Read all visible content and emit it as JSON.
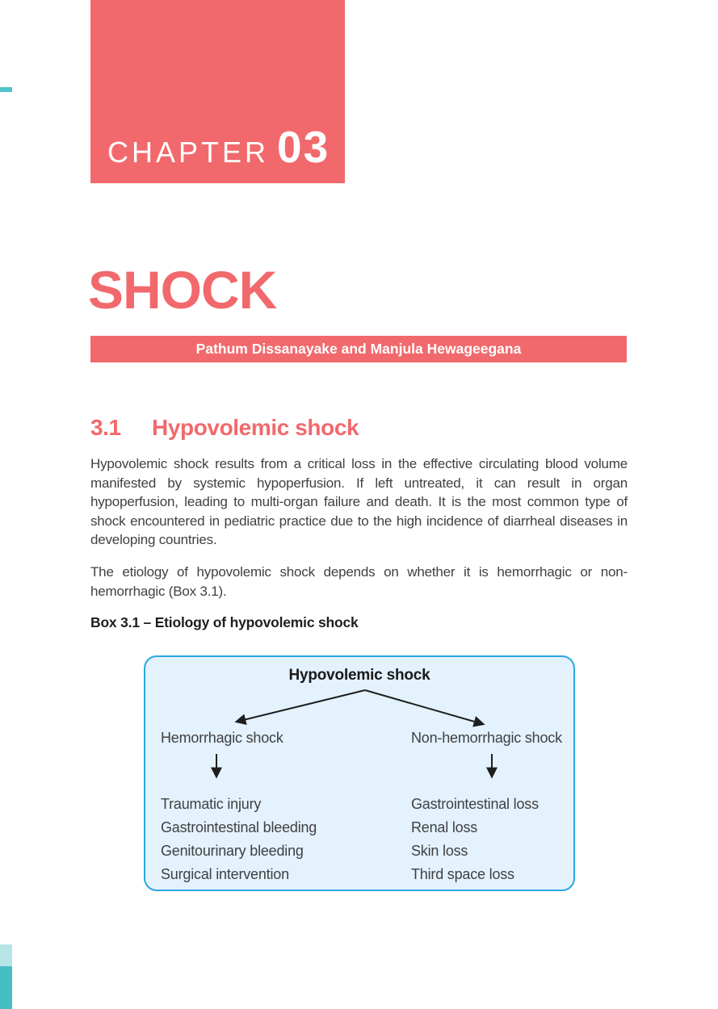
{
  "header": {
    "chapter_label": "CHAPTER",
    "chapter_number": "03",
    "title": "SHOCK",
    "authors": "Pathum Dissanayake and Manjula Hewageegana"
  },
  "section": {
    "number": "3.1",
    "title": "Hypovolemic shock"
  },
  "paragraphs": [
    "Hypovolemic shock results from a critical loss in the effective circulating blood volume manifested by systemic hypoperfusion. If left untreated, it can result in organ hypoperfusion, leading to multi-organ failure and death. It is the most common type of shock encountered in pediatric practice due to the high incidence of diarrheal diseases in developing countries.",
    "The etiology of hypovolemic shock depends on whether it is hemorrhagic or non-hemorrhagic (Box 3.1)."
  ],
  "box": {
    "label": "Box 3.1 – Etiology of hypovolemic shock",
    "title": "Hypovolemic shock",
    "branches": [
      {
        "title": "Hemorrhagic shock",
        "items": [
          "Traumatic injury",
          "Gastrointestinal bleeding",
          "Genitourinary bleeding",
          "Surgical intervention"
        ]
      },
      {
        "title": "Non-hemorrhagic shock",
        "items": [
          "Gastrointestinal loss",
          "Renal loss",
          "Skin loss",
          "Third space loss"
        ]
      }
    ]
  },
  "colors": {
    "accent_red": "#F1696C",
    "box_border": "#29A8E0",
    "box_fill": "#E3F2FC",
    "teal": "#4FC3CA",
    "teal_light": "#B7E4E6",
    "teal_dark": "#45BFC3",
    "text": "#414042",
    "ink": "#1E1E1E"
  }
}
